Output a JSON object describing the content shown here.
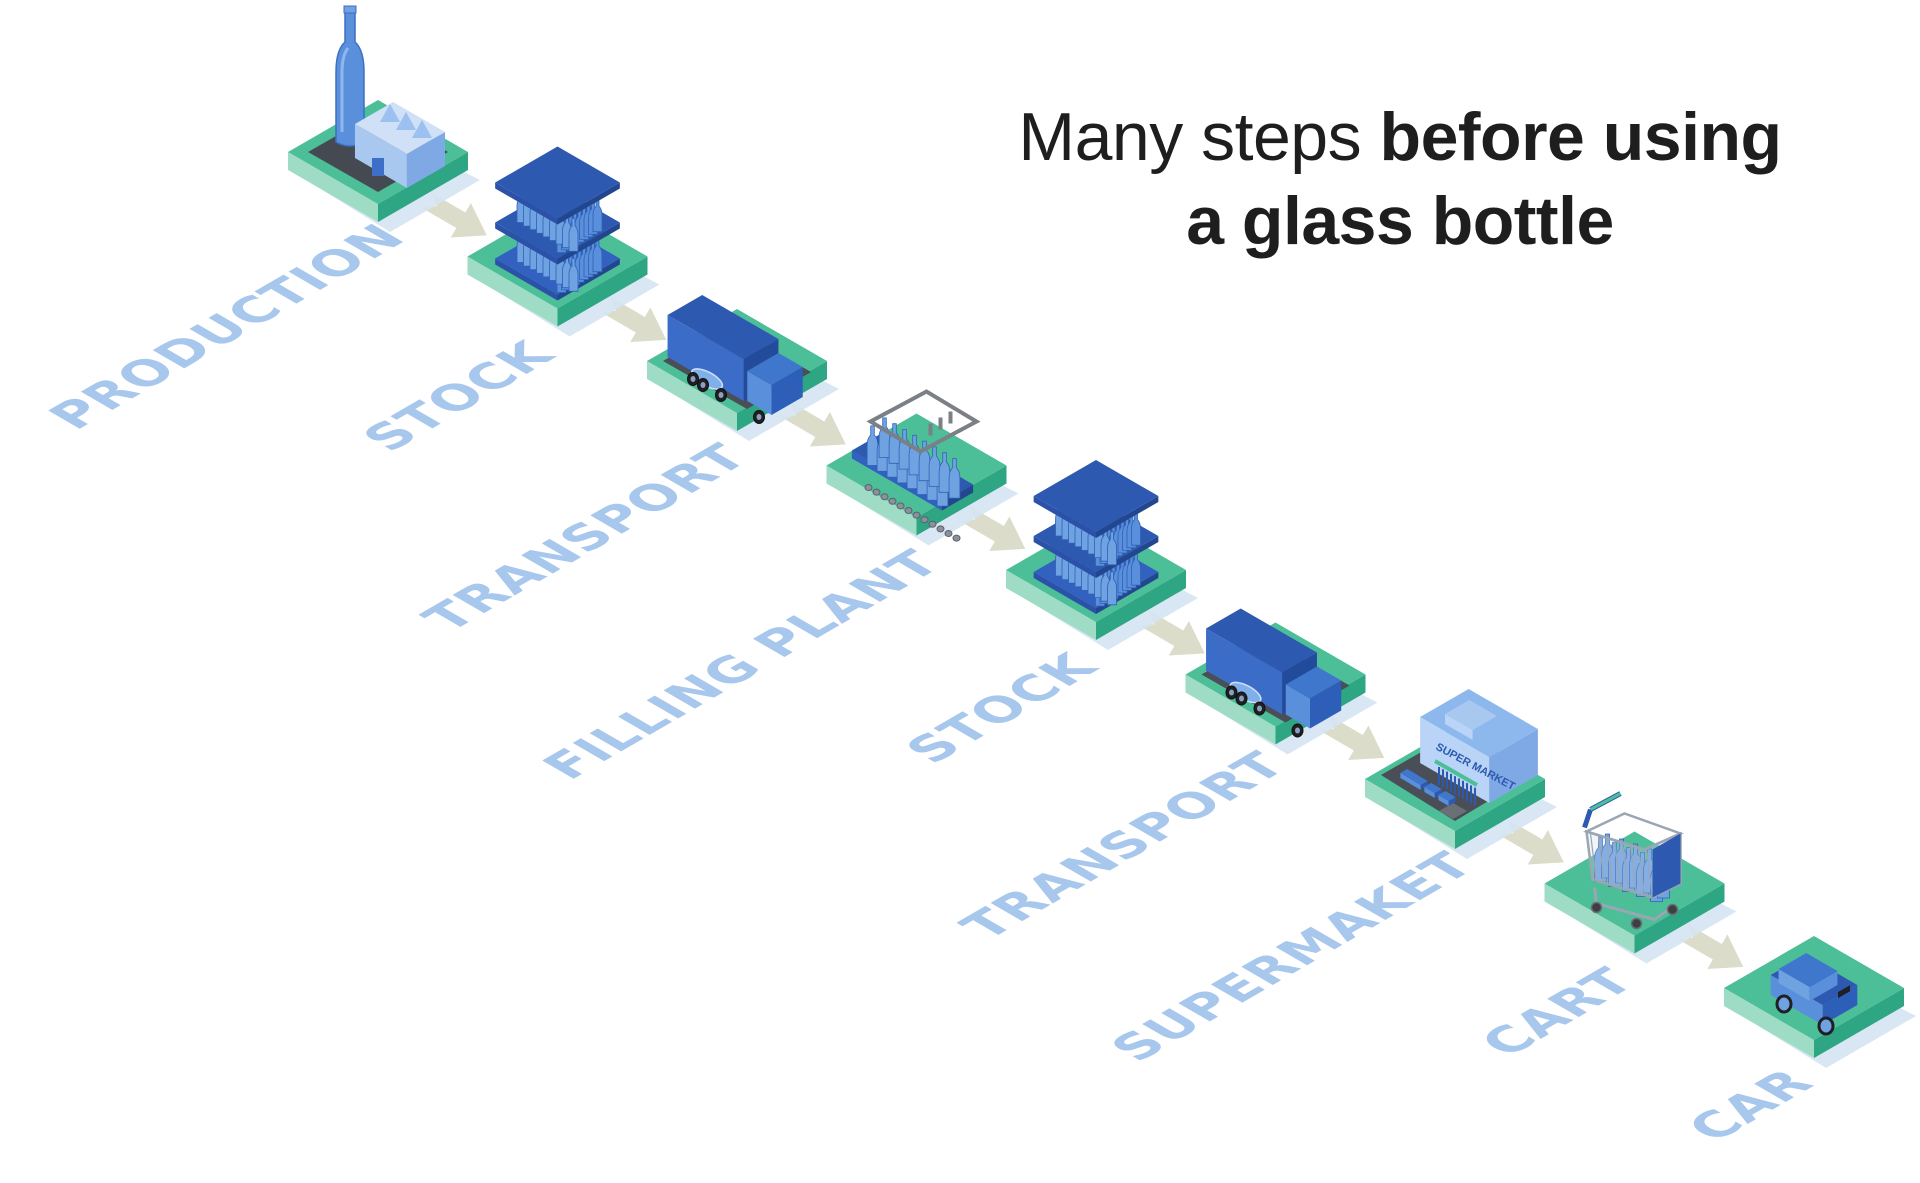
{
  "title": {
    "light": "Many steps ",
    "bold_line1": "before using",
    "bold_line2": "a glass bottle"
  },
  "colors": {
    "tile_top": "#4cbf98",
    "tile_side_left": "#9fdcc6",
    "tile_side_right": "#2ea583",
    "tile_shadow": "#d5e4f3",
    "arrow": "#dcdccb",
    "label": "#a7c7ec",
    "icon_dark_blue": "#2d59b0",
    "icon_mid_blue": "#3f77cc",
    "icon_light_blue": "#6fa2e0",
    "road": "#4a4e57"
  },
  "steps": [
    {
      "label": "PRODUCTION",
      "icon": "factory-bottle-icon"
    },
    {
      "label": "STOCK",
      "icon": "pallet-stack-icon"
    },
    {
      "label": "TRANSPORT",
      "icon": "truck-icon"
    },
    {
      "label": "FILLING PLANT",
      "icon": "conveyor-bottles-icon"
    },
    {
      "label": "STOCK",
      "icon": "pallet-stack-icon"
    },
    {
      "label": "TRANSPORT",
      "icon": "truck-icon"
    },
    {
      "label": "SUPERMAKET",
      "icon": "supermarket-icon",
      "sign": "SUPER MARKET"
    },
    {
      "label": "CART",
      "icon": "shopping-cart-icon"
    },
    {
      "label": "CAR",
      "icon": "car-icon"
    }
  ]
}
